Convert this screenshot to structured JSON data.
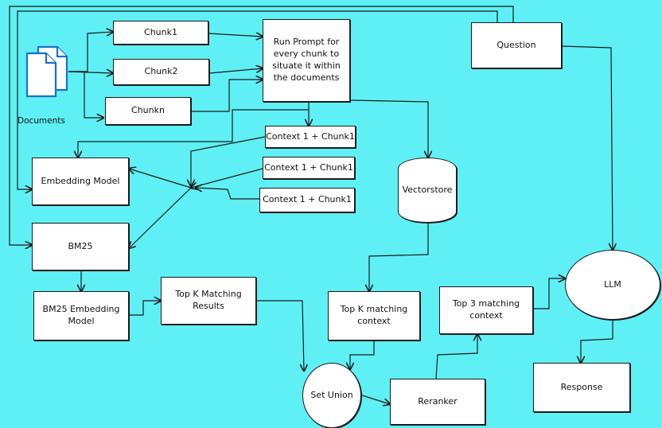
{
  "nodes": {
    "chunk1": "Chunk1",
    "chunk2": "Chunk2",
    "chunkn": "Chunkn",
    "run_prompt": "Run Prompt for every chunk to situate it within the documents",
    "question": "Question",
    "context_a": "Context 1  + Chunk1",
    "context_b": "Context 1  + Chunk1",
    "context_c": "Context 1  + Chunk1",
    "embedding_model": "Embedding Model",
    "vectorstore": "Vectorstore",
    "bm25": "BM25",
    "bm25_embedding": "BM25 Embedding Model",
    "topk_results": "Top K Matching Results",
    "topk_context": "Top K matching context",
    "top3_context": "Top 3 matching context",
    "llm": "LLM",
    "response": "Response",
    "set_union": "Set Union",
    "reranker": "Reranker"
  },
  "documents_label": "Documents",
  "icons": {
    "documents": "documents-icon"
  }
}
